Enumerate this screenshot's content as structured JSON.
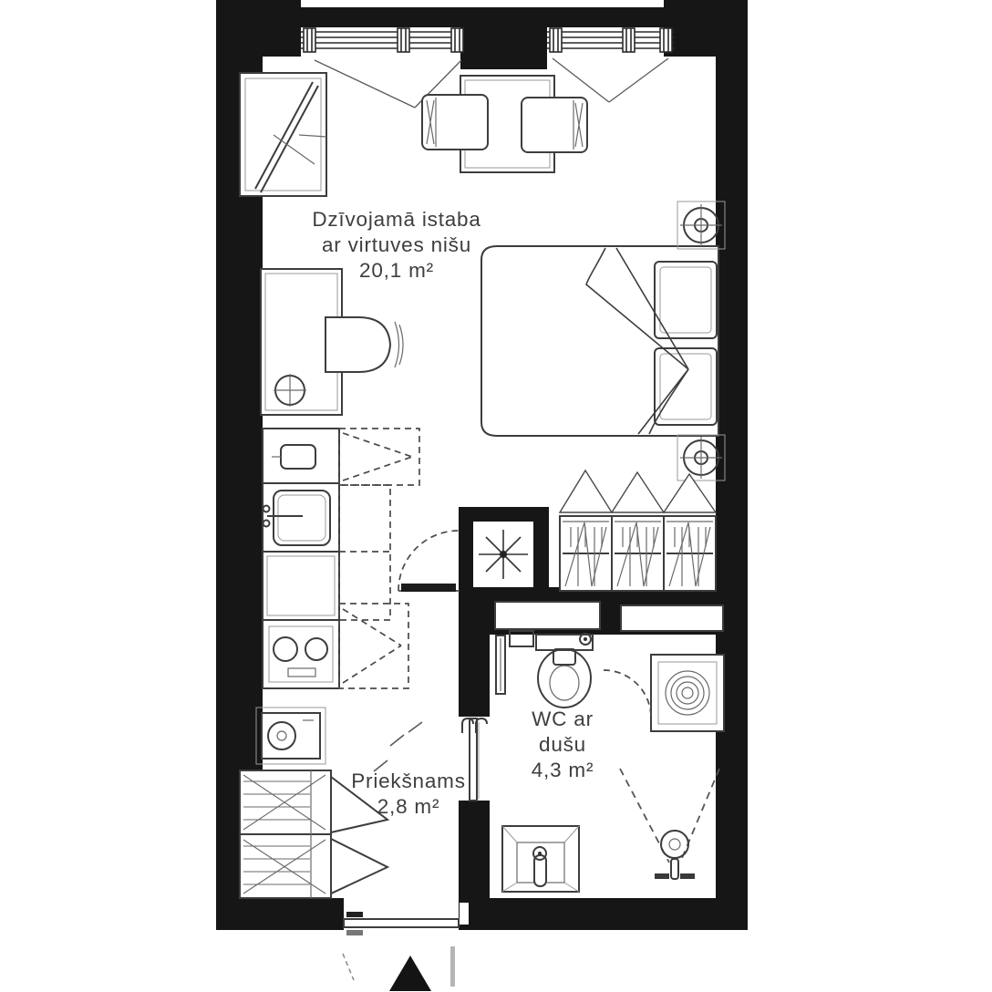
{
  "plan": {
    "type": "apartment-floor-plan",
    "language": "Latvian",
    "rooms": [
      {
        "id": "living-room-with-kitchen-niche",
        "label_lines": [
          "Dzīvojamā istaba",
          "ar virtuves nišu"
        ],
        "area_label": "20,1 m²"
      },
      {
        "id": "hallway",
        "label_lines": [
          "Priekšnams"
        ],
        "area_label": "2,8 m²"
      },
      {
        "id": "wc-with-shower",
        "label_lines": [
          "WC ar",
          "dušu"
        ],
        "area_label": "4,3 m²"
      }
    ],
    "colors": {
      "wall": "#161616",
      "furniture_stroke": "#3d3d3d",
      "light_stroke": "#9a9a9a",
      "label_text": "#3e3e3e",
      "background": "#ffffff"
    },
    "icons": [
      "fan-icon",
      "shower-drain-icon",
      "wall-light-icon",
      "table-lamp-icon",
      "entrance-arrow-icon",
      "sink-icon",
      "cooktop-icon",
      "toilet-icon",
      "shower-head-icon",
      "washbasin-icon",
      "washing-machine-icon"
    ]
  }
}
